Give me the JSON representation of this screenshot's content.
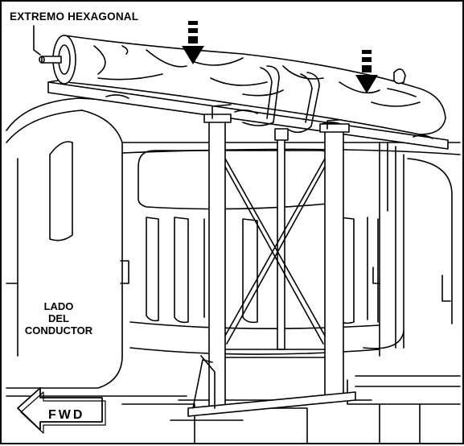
{
  "labels": {
    "hex_end": "EXTREMO HEXAGONAL",
    "driver_side_line1": "LADO",
    "driver_side_line2": "DEL",
    "driver_side_line3": "CONDUCTOR",
    "forward": "FWD"
  },
  "icons": [
    "down-arrow-icon",
    "forward-arrow-icon"
  ],
  "colors": {
    "line": "#000000",
    "background": "#ffffff"
  }
}
